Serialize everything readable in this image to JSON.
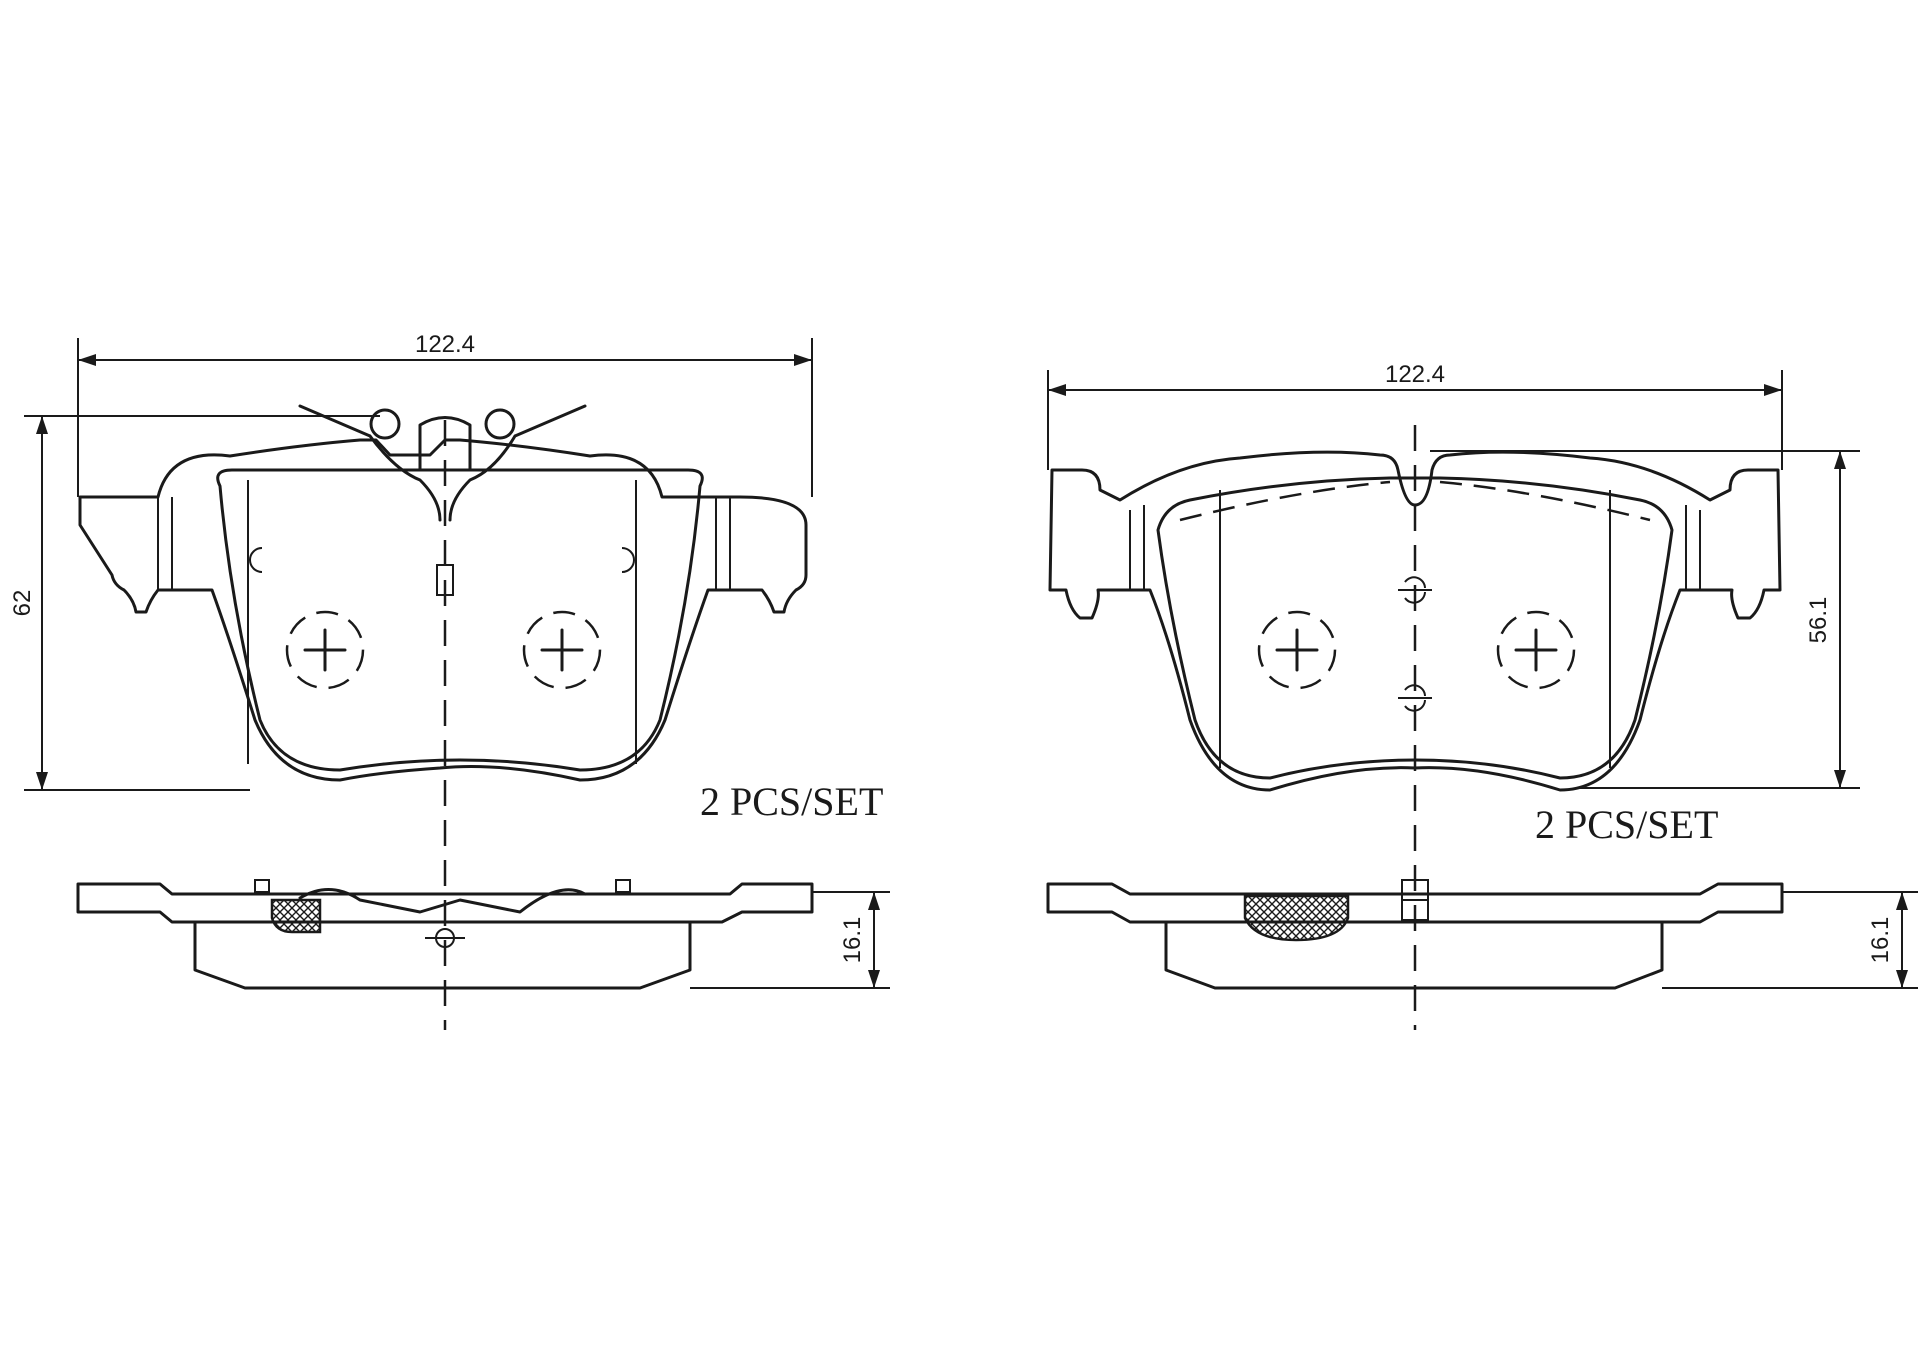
{
  "left_pad": {
    "width_dim": "122.4",
    "height_dim": "62",
    "thickness_dim": "16.1",
    "quantity_label": "2 PCS/SET"
  },
  "right_pad": {
    "width_dim": "122.4",
    "height_dim": "56.1",
    "thickness_dim": "16.1",
    "quantity_label": "2 PCS/SET"
  }
}
